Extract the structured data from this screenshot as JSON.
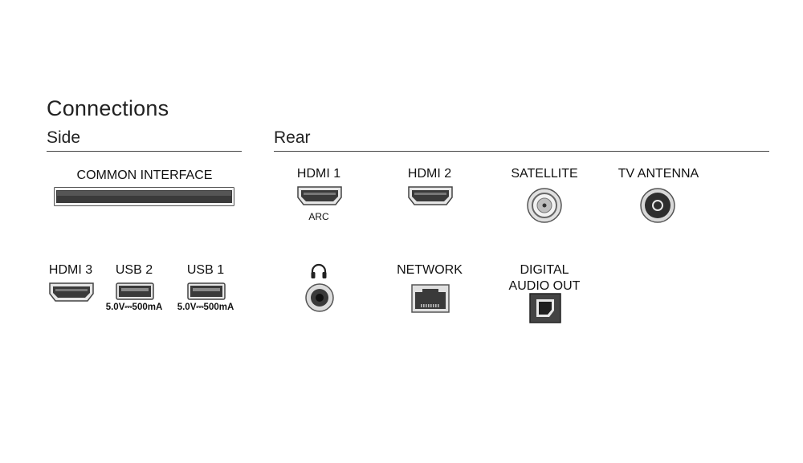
{
  "title": "Connections",
  "sections": {
    "side": {
      "label": "Side"
    },
    "rear": {
      "label": "Rear"
    }
  },
  "ports": {
    "common_interface": {
      "label": "COMMON INTERFACE",
      "icon": "common-interface-slot-icon"
    },
    "hdmi1": {
      "label": "HDMI 1",
      "sublabel": "ARC",
      "icon": "hdmi-port-icon"
    },
    "hdmi2": {
      "label": "HDMI 2",
      "icon": "hdmi-port-icon"
    },
    "satellite": {
      "label": "SATELLITE",
      "icon": "satellite-connector-icon"
    },
    "tv_antenna": {
      "label": "TV ANTENNA",
      "icon": "antenna-connector-icon"
    },
    "hdmi3": {
      "label": "HDMI 3",
      "icon": "hdmi-port-icon"
    },
    "usb2": {
      "label": "USB 2",
      "sublabel": "5.0V⎓500mA",
      "icon": "usb-port-icon"
    },
    "usb1": {
      "label": "USB 1",
      "sublabel": "5.0V⎓500mA",
      "icon": "usb-port-icon"
    },
    "headphone": {
      "icon": "headphone-icon"
    },
    "network": {
      "label": "NETWORK",
      "icon": "ethernet-port-icon"
    },
    "digital_audio_out": {
      "label_line1": "DIGITAL",
      "label_line2": "AUDIO OUT",
      "icon": "optical-audio-port-icon"
    }
  }
}
